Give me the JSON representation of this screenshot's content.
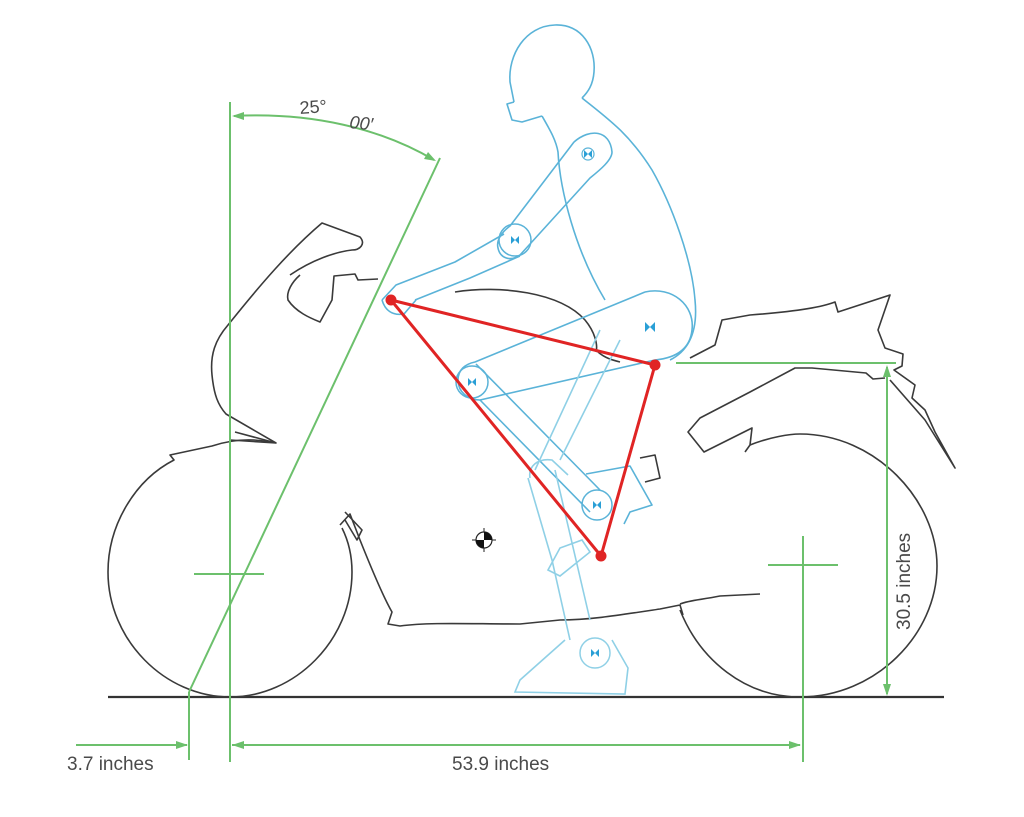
{
  "diagram": {
    "subject": "Motorcycle rider ergonomics triangle (side view)",
    "colors": {
      "bike_outline": "#3a3a3a",
      "rider_outline": "#5ab3d8",
      "dimension_lines": "#6cc06c",
      "ergo_triangle": "#e02424",
      "label_text": "#4a4a4a"
    },
    "annotations": {
      "rake_angle_deg": "25°",
      "rake_angle_min": "00′",
      "trail": "3.7 inches",
      "wheelbase": "53.9 inches",
      "seat_height": "30.5 inches"
    },
    "triangle_points": {
      "handlebar": "handlebar-grip",
      "seat": "seat-hip-point",
      "footpeg": "footpeg"
    },
    "markers": {
      "center_of_gravity": "center-of-gravity-symbol",
      "front_axle": "front-axle-crosshair",
      "rear_axle": "rear-axle-crosshair"
    }
  }
}
